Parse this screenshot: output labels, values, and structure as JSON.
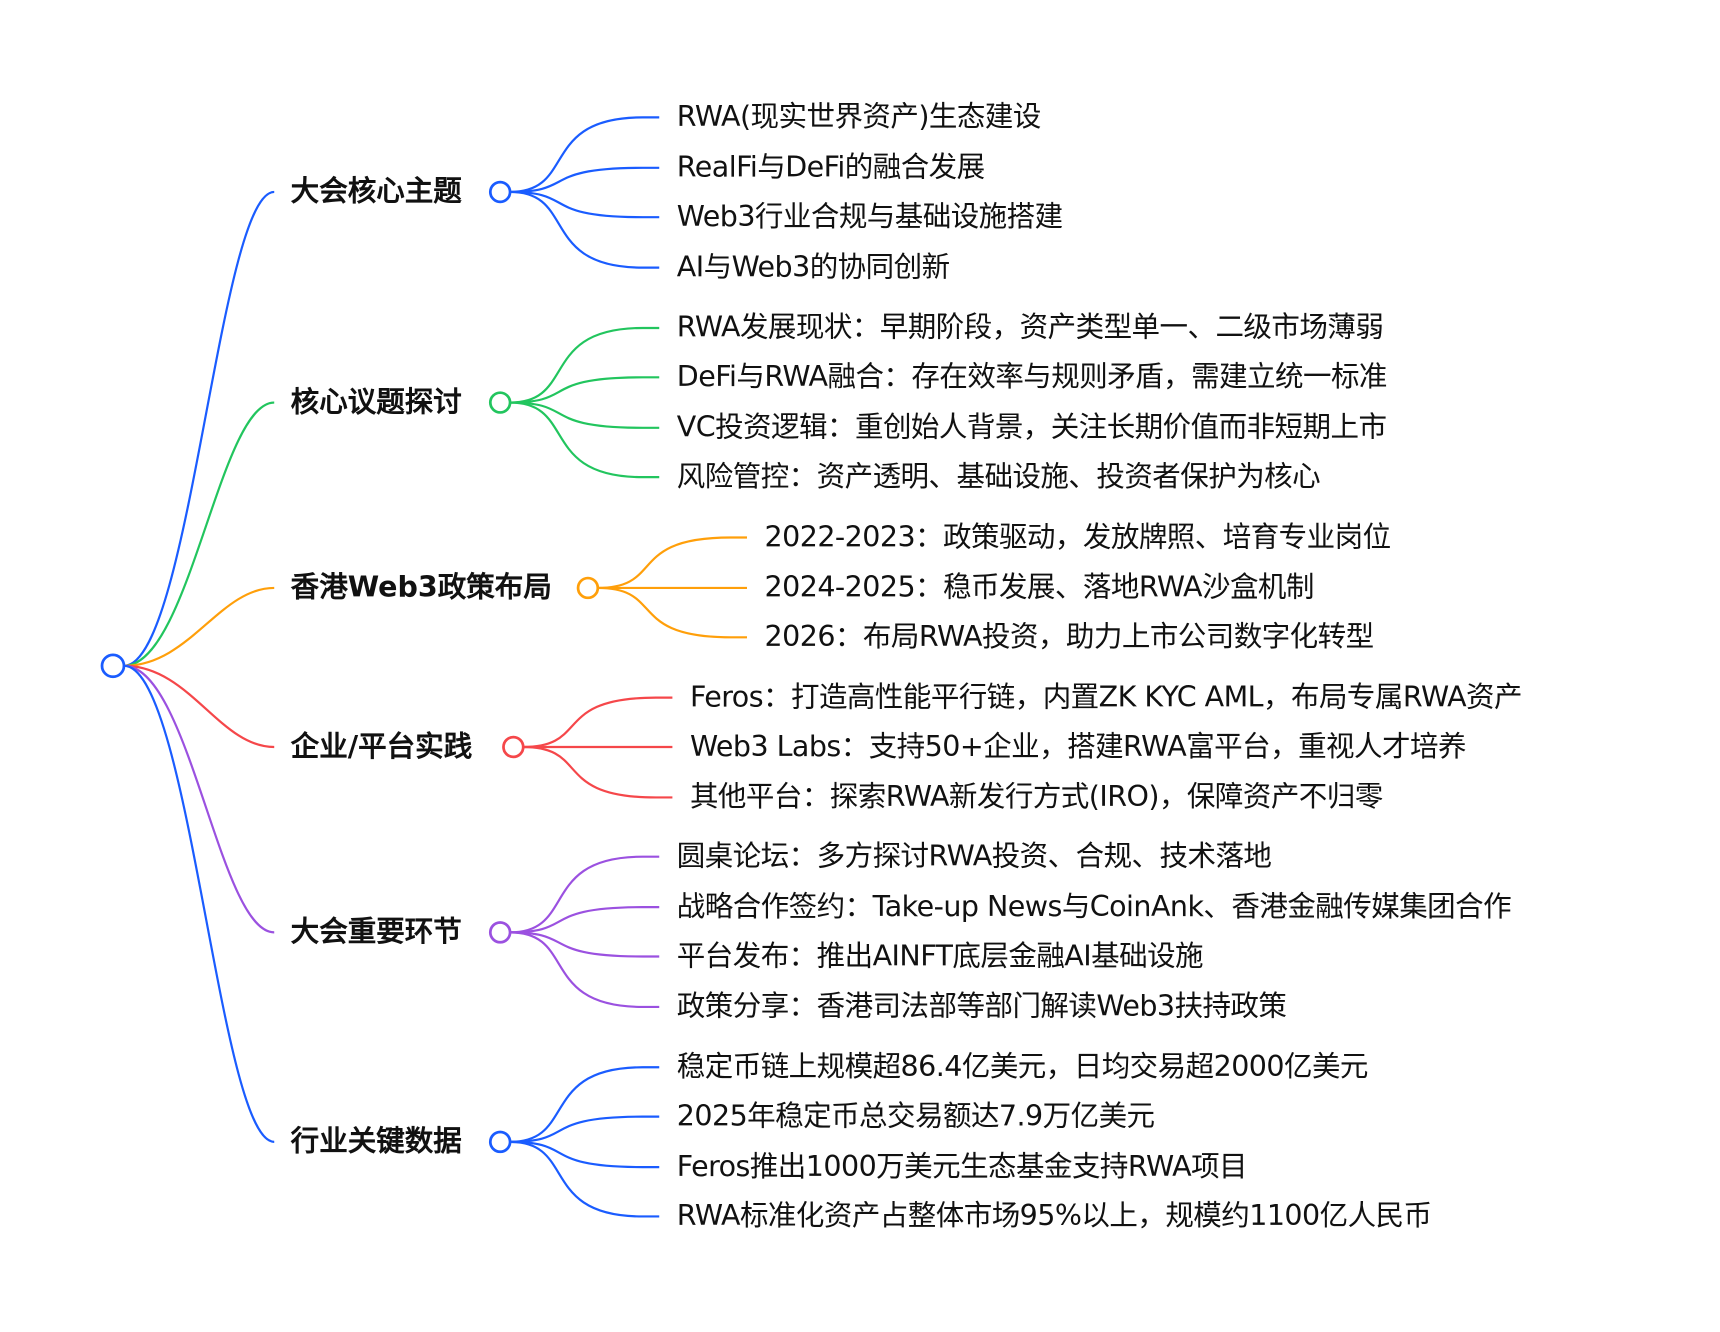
{
  "colors": {
    "blue": "#1a5cff",
    "green": "#22c55e",
    "orange": "#ff9f0a",
    "red": "#f5474a",
    "purple": "#9b51e0"
  },
  "branches": [
    {
      "label": "大会核心主题",
      "color": "#1a5cff",
      "items": [
        "RWA(现实世界资产)生态建设",
        "RealFi与DeFi的融合发展",
        "Web3行业合规与基础设施搭建",
        "AI与Web3的协同创新"
      ]
    },
    {
      "label": "核心议题探讨",
      "color": "#22c55e",
      "items": [
        "RWA发展现状：早期阶段，资产类型单一、二级市场薄弱",
        "DeFi与RWA融合：存在效率与规则矛盾，需建立统一标准",
        "VC投资逻辑：重创始人背景，关注长期价值而非短期上市",
        "风险管控：资产透明、基础设施、投资者保护为核心"
      ]
    },
    {
      "label": "香港Web3政策布局",
      "color": "#ff9f0a",
      "items": [
        "2022-2023：政策驱动，发放牌照、培育专业岗位",
        "2024-2025：稳币发展、落地RWA沙盒机制",
        "2026：布局RWA投资，助力上市公司数字化转型"
      ]
    },
    {
      "label": "企业/平台实践",
      "color": "#f5474a",
      "items": [
        "Feros：打造高性能平行链，内置ZK KYC AML，布局专属RWA资产",
        "Web3 Labs：支持50+企业，搭建RWA富平台，重视人才培养",
        "其他平台：探索RWA新发行方式(IRO)，保障资产不归零"
      ]
    },
    {
      "label": "大会重要环节",
      "color": "#9b51e0",
      "items": [
        "圆桌论坛：多方探讨RWA投资、合规、技术落地",
        "战略合作签约：Take-up News与CoinAnk、香港金融传媒集团合作",
        "平台发布：推出AINFT底层金融AI基础设施",
        "政策分享：香港司法部等部门解读Web3扶持政策"
      ]
    },
    {
      "label": "行业关键数据",
      "color": "#1a5cff",
      "items": [
        "稳定币链上规模超86.4亿美元，日均交易超2000亿美元",
        "2025年稳定币总交易额达7.9万亿美元",
        "Feros推出1000万美元生态基金支持RWA项目",
        "RWA标准化资产占整体市场95%以上，规模约1100亿人民币"
      ]
    }
  ]
}
